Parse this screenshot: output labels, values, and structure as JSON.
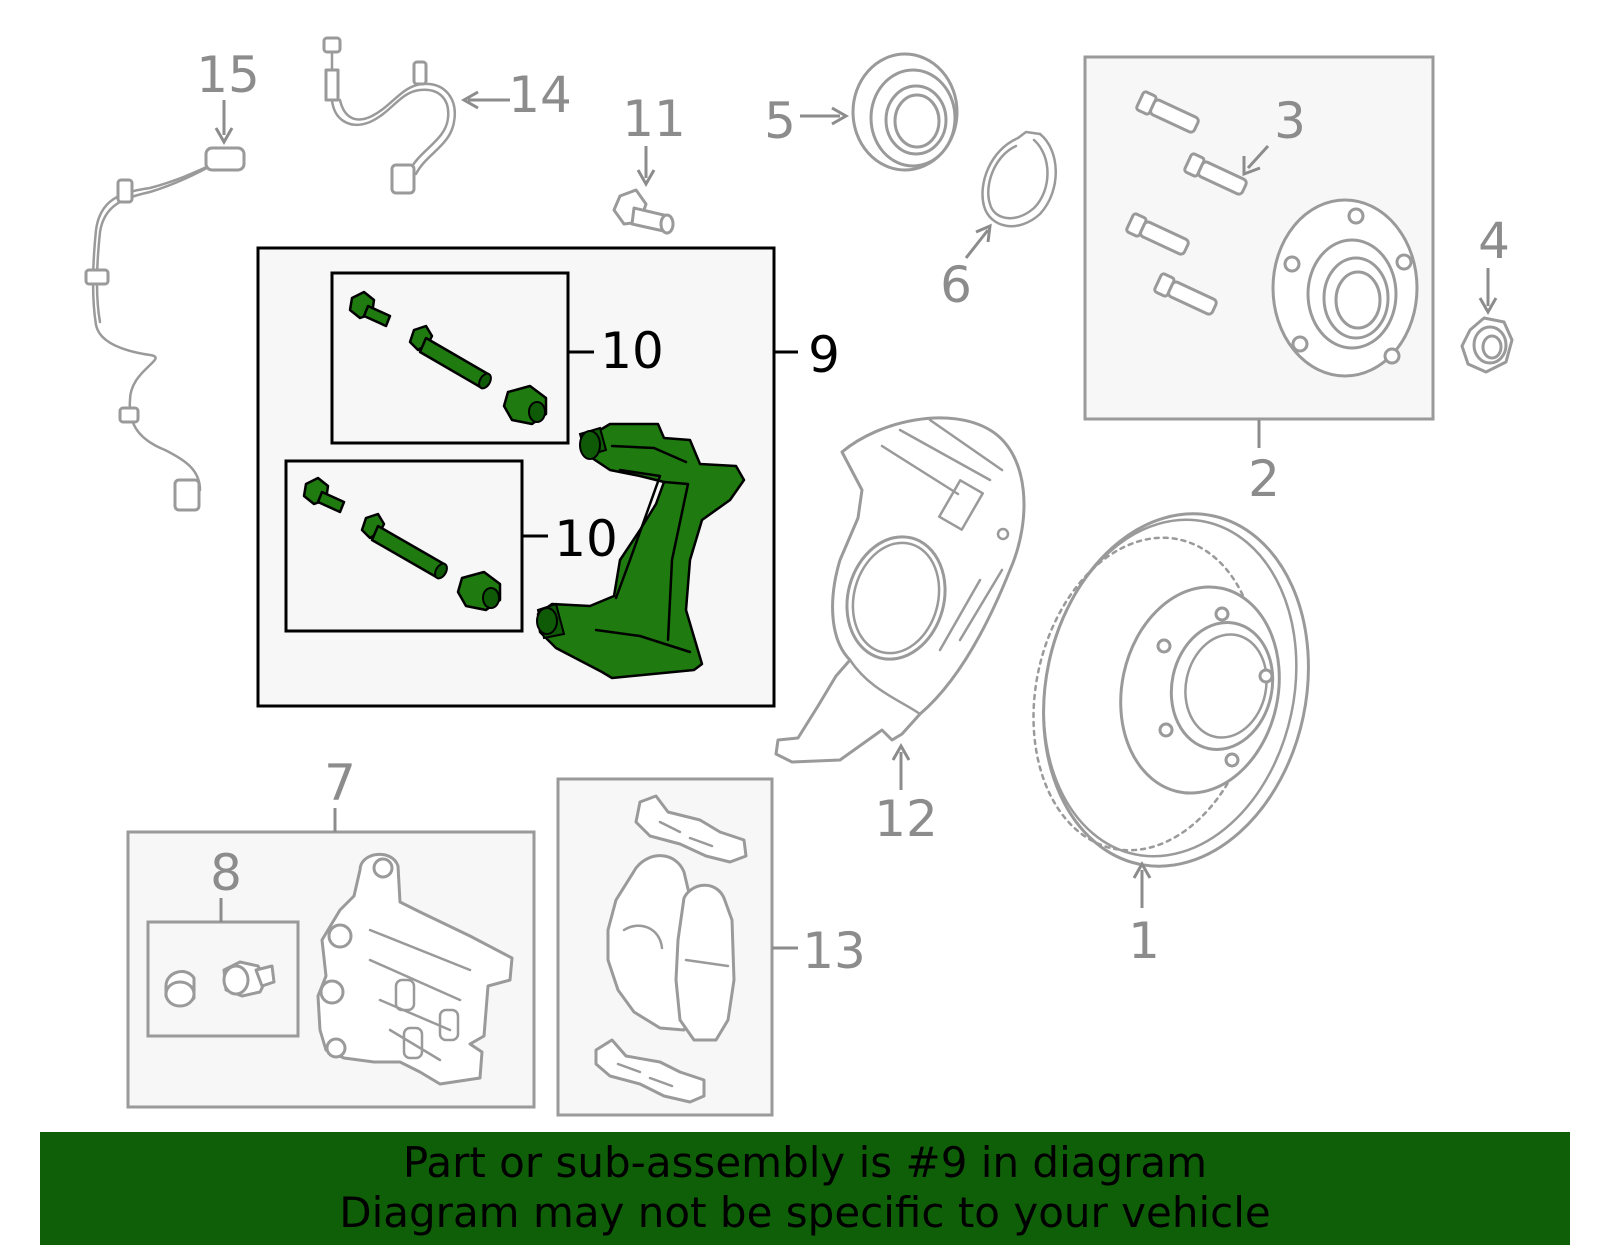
{
  "diagram": {
    "callouts": {
      "c1": "1",
      "c2": "2",
      "c3": "3",
      "c4": "4",
      "c5": "5",
      "c6": "6",
      "c7": "7",
      "c8": "8",
      "c9": "9",
      "c10a": "10",
      "c10b": "10",
      "c11": "11",
      "c12": "12",
      "c13": "13",
      "c14": "14",
      "c15": "15"
    },
    "highlight_color": "#1f7a0f"
  },
  "banner": {
    "line1": "Part or sub-assembly is #9 in diagram",
    "line2": "Diagram may not be specific to your vehicle",
    "background": "#0f5f08"
  }
}
